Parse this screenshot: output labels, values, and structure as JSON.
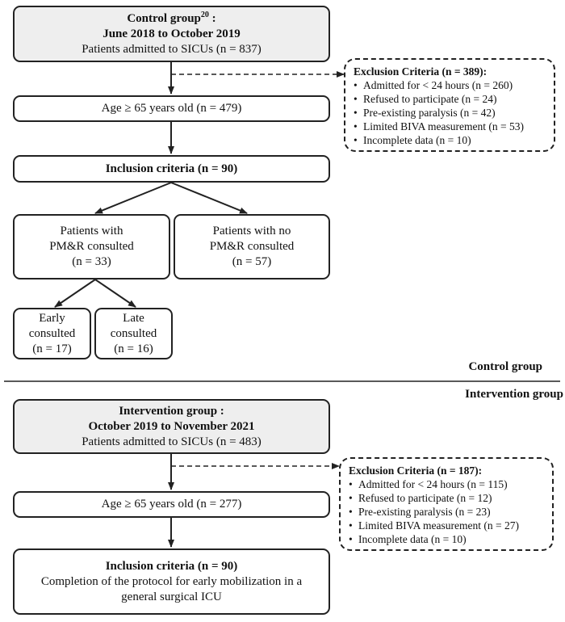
{
  "control": {
    "header": {
      "title_main": "Control group",
      "title_sup": "20",
      "title_suffix": " :",
      "period": "June 2018 to October 2019",
      "admitted": "Patients admitted to SICUs (n = 837)"
    },
    "age": "Age ≥ 65 years old (n = 479)",
    "inclusion": "Inclusion criteria (n = 90)",
    "exclusion": {
      "title": "Exclusion Criteria (n = 389):",
      "items": [
        "Admitted for < 24 hours (n = 260)",
        "Refused to participate (n = 24)",
        "Pre-existing paralysis (n = 42)",
        "Limited BIVA measurement (n = 53)",
        "Incomplete data (n = 10)"
      ]
    },
    "pmr_yes": {
      "line1": "Patients with",
      "line2": "PM&R consulted",
      "line3": "(n = 33)"
    },
    "pmr_no": {
      "line1": "Patients with no",
      "line2": "PM&R consulted",
      "line3": "(n = 57)"
    },
    "early": {
      "line1": "Early",
      "line2": "consulted",
      "line3": "(n = 17)"
    },
    "late": {
      "line1": "Late",
      "line2": "consulted",
      "line3": "(n = 16)"
    },
    "section_label": "Control group"
  },
  "intervention": {
    "section_label": "Intervention group",
    "header": {
      "title": "Intervention group :",
      "period": "October 2019 to November 2021",
      "admitted": "Patients admitted to SICUs (n = 483)"
    },
    "age": "Age ≥ 65 years old (n = 277)",
    "inclusion": {
      "title": "Inclusion criteria (n = 90)",
      "line2": "Completion of the protocol for early mobilization in a",
      "line3": "general surgical ICU"
    },
    "exclusion": {
      "title": "Exclusion Criteria (n = 187):",
      "items": [
        "Admitted for < 24 hours (n = 115)",
        "Refused to participate (n = 12)",
        "Pre-existing paralysis (n = 23)",
        "Limited BIVA measurement (n = 27)",
        "Incomplete data (n = 10)"
      ]
    }
  }
}
